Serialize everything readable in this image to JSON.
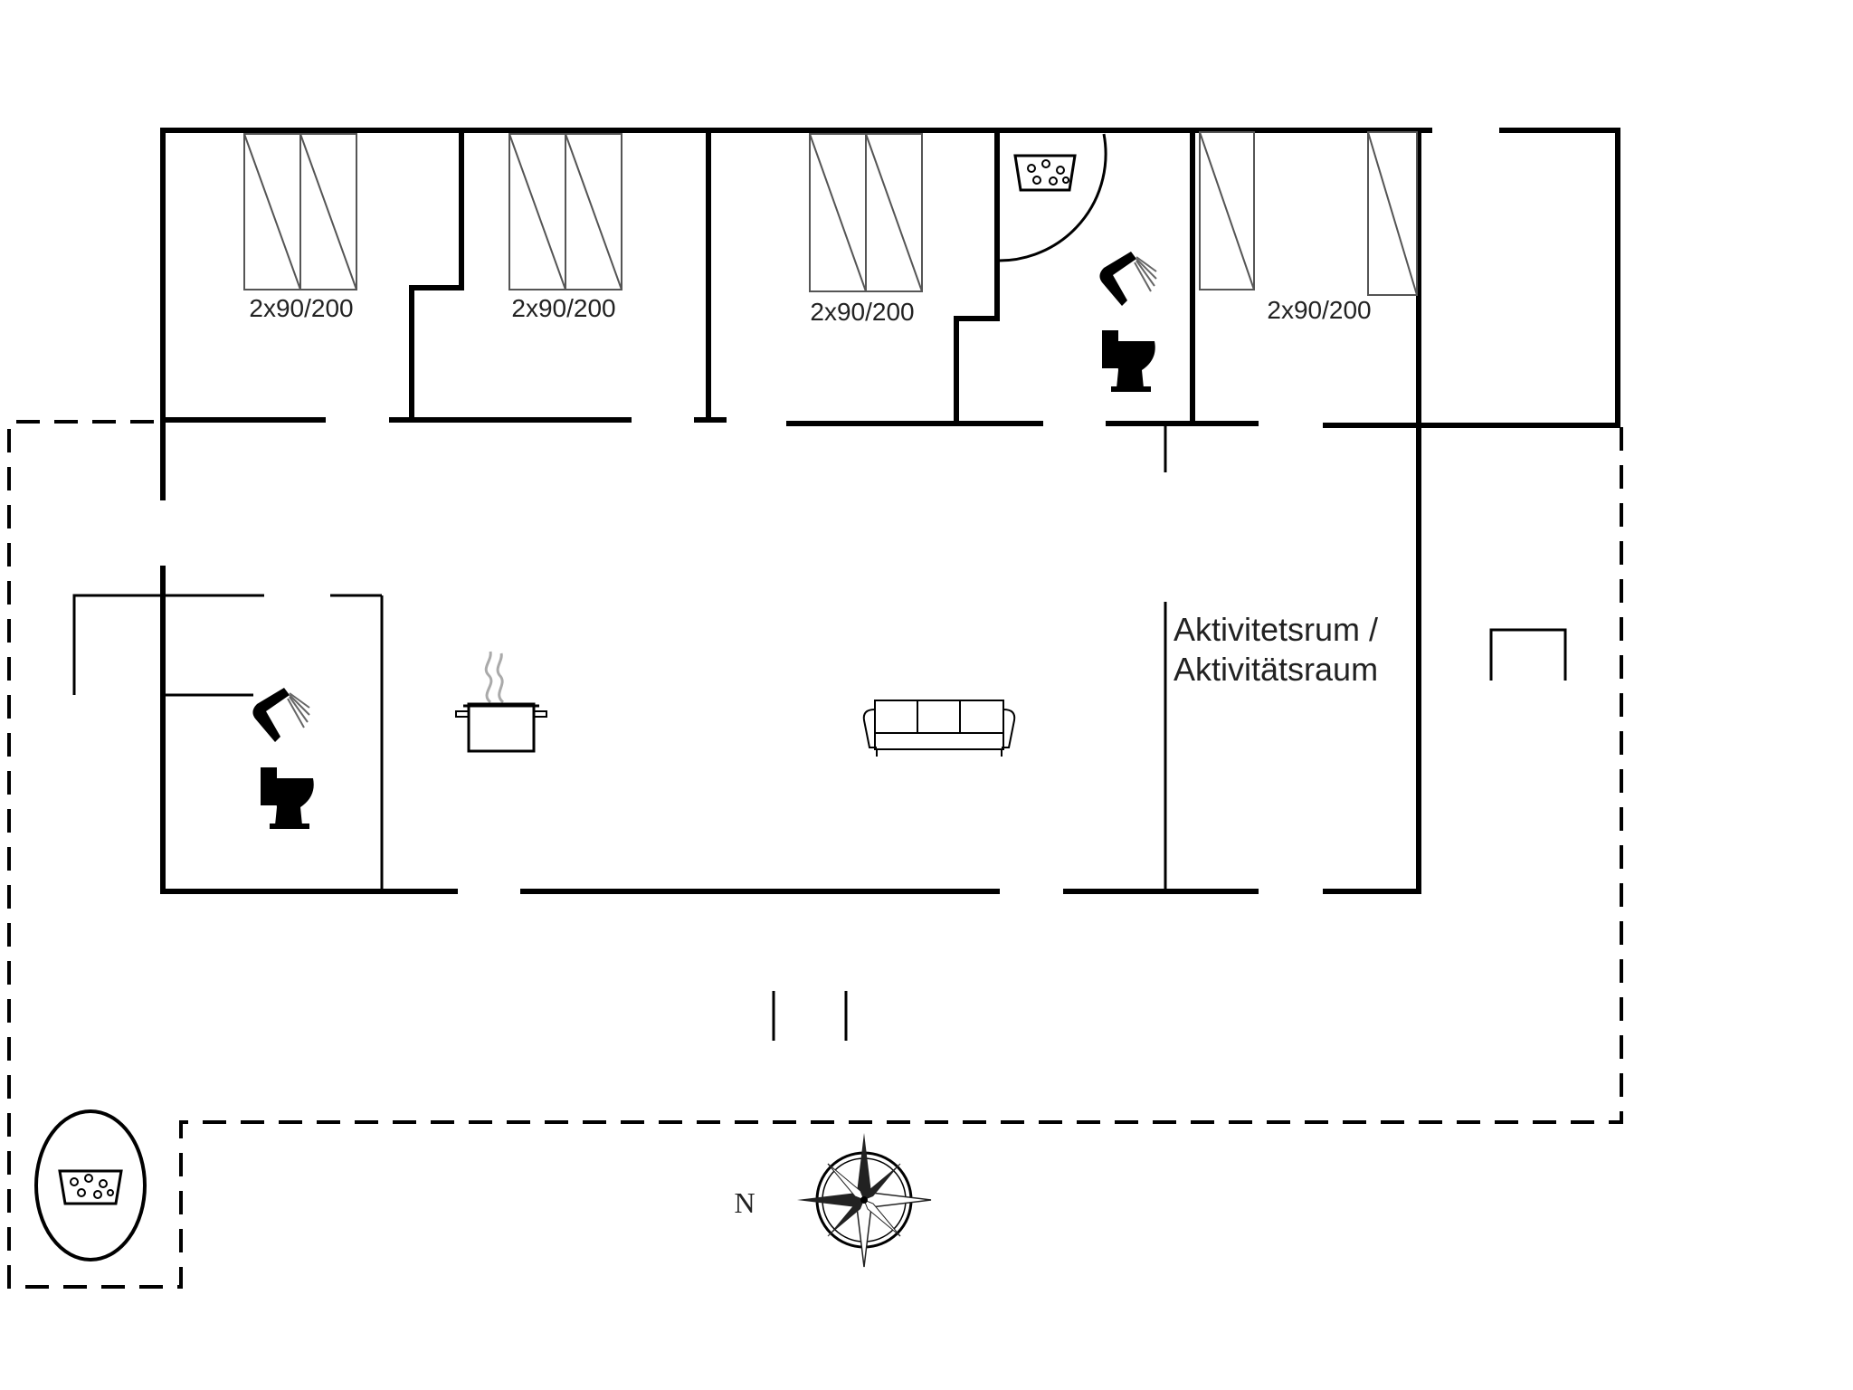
{
  "bed_labels": [
    "2x90/200",
    "2x90/200",
    "2x90/200",
    "2x90/200"
  ],
  "room_label": {
    "line1": "Aktivitetsrum /",
    "line2": "Aktivitätsraum"
  },
  "compass_label": "N",
  "icons": [
    "bed-icon",
    "shower-icon",
    "toilet-icon",
    "hot-tub-icon",
    "cooking-pot-icon",
    "sofa-icon",
    "compass-rose-icon"
  ]
}
